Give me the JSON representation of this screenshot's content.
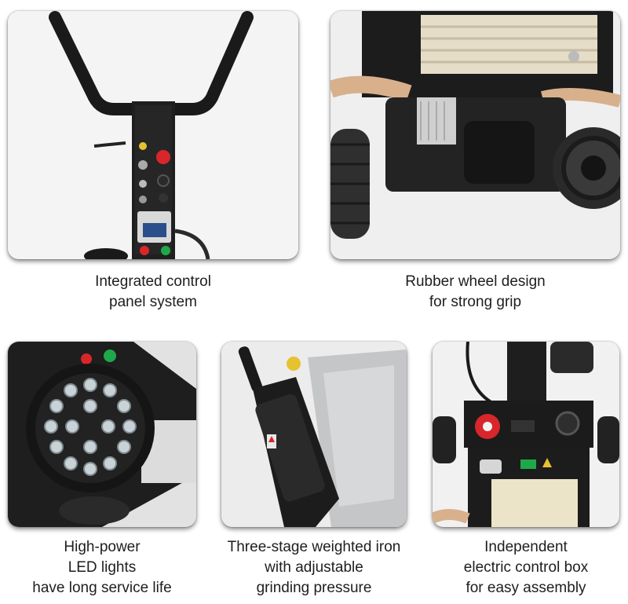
{
  "features": [
    {
      "id": "control-panel",
      "caption_lines": [
        "Integrated control",
        "panel system"
      ]
    },
    {
      "id": "rubber-wheel",
      "caption_lines": [
        "Rubber wheel design",
        "for strong grip"
      ]
    },
    {
      "id": "led-lights",
      "caption_lines": [
        "High-power",
        "LED lights",
        "have long service life"
      ]
    },
    {
      "id": "weighted-iron",
      "caption_lines": [
        "Three-stage weighted iron",
        "with adjustable",
        "grinding pressure"
      ]
    },
    {
      "id": "control-box",
      "caption_lines": [
        "Independent",
        "electric control box",
        "for easy assembly"
      ]
    }
  ],
  "colors": {
    "machine_black": "#1c1c1c",
    "card_background": "#f2f2f2",
    "button_red": "#d8262a",
    "button_green": "#1fa84a",
    "display_blue": "#2b4f8a",
    "hose_tan": "#d9b08c"
  }
}
